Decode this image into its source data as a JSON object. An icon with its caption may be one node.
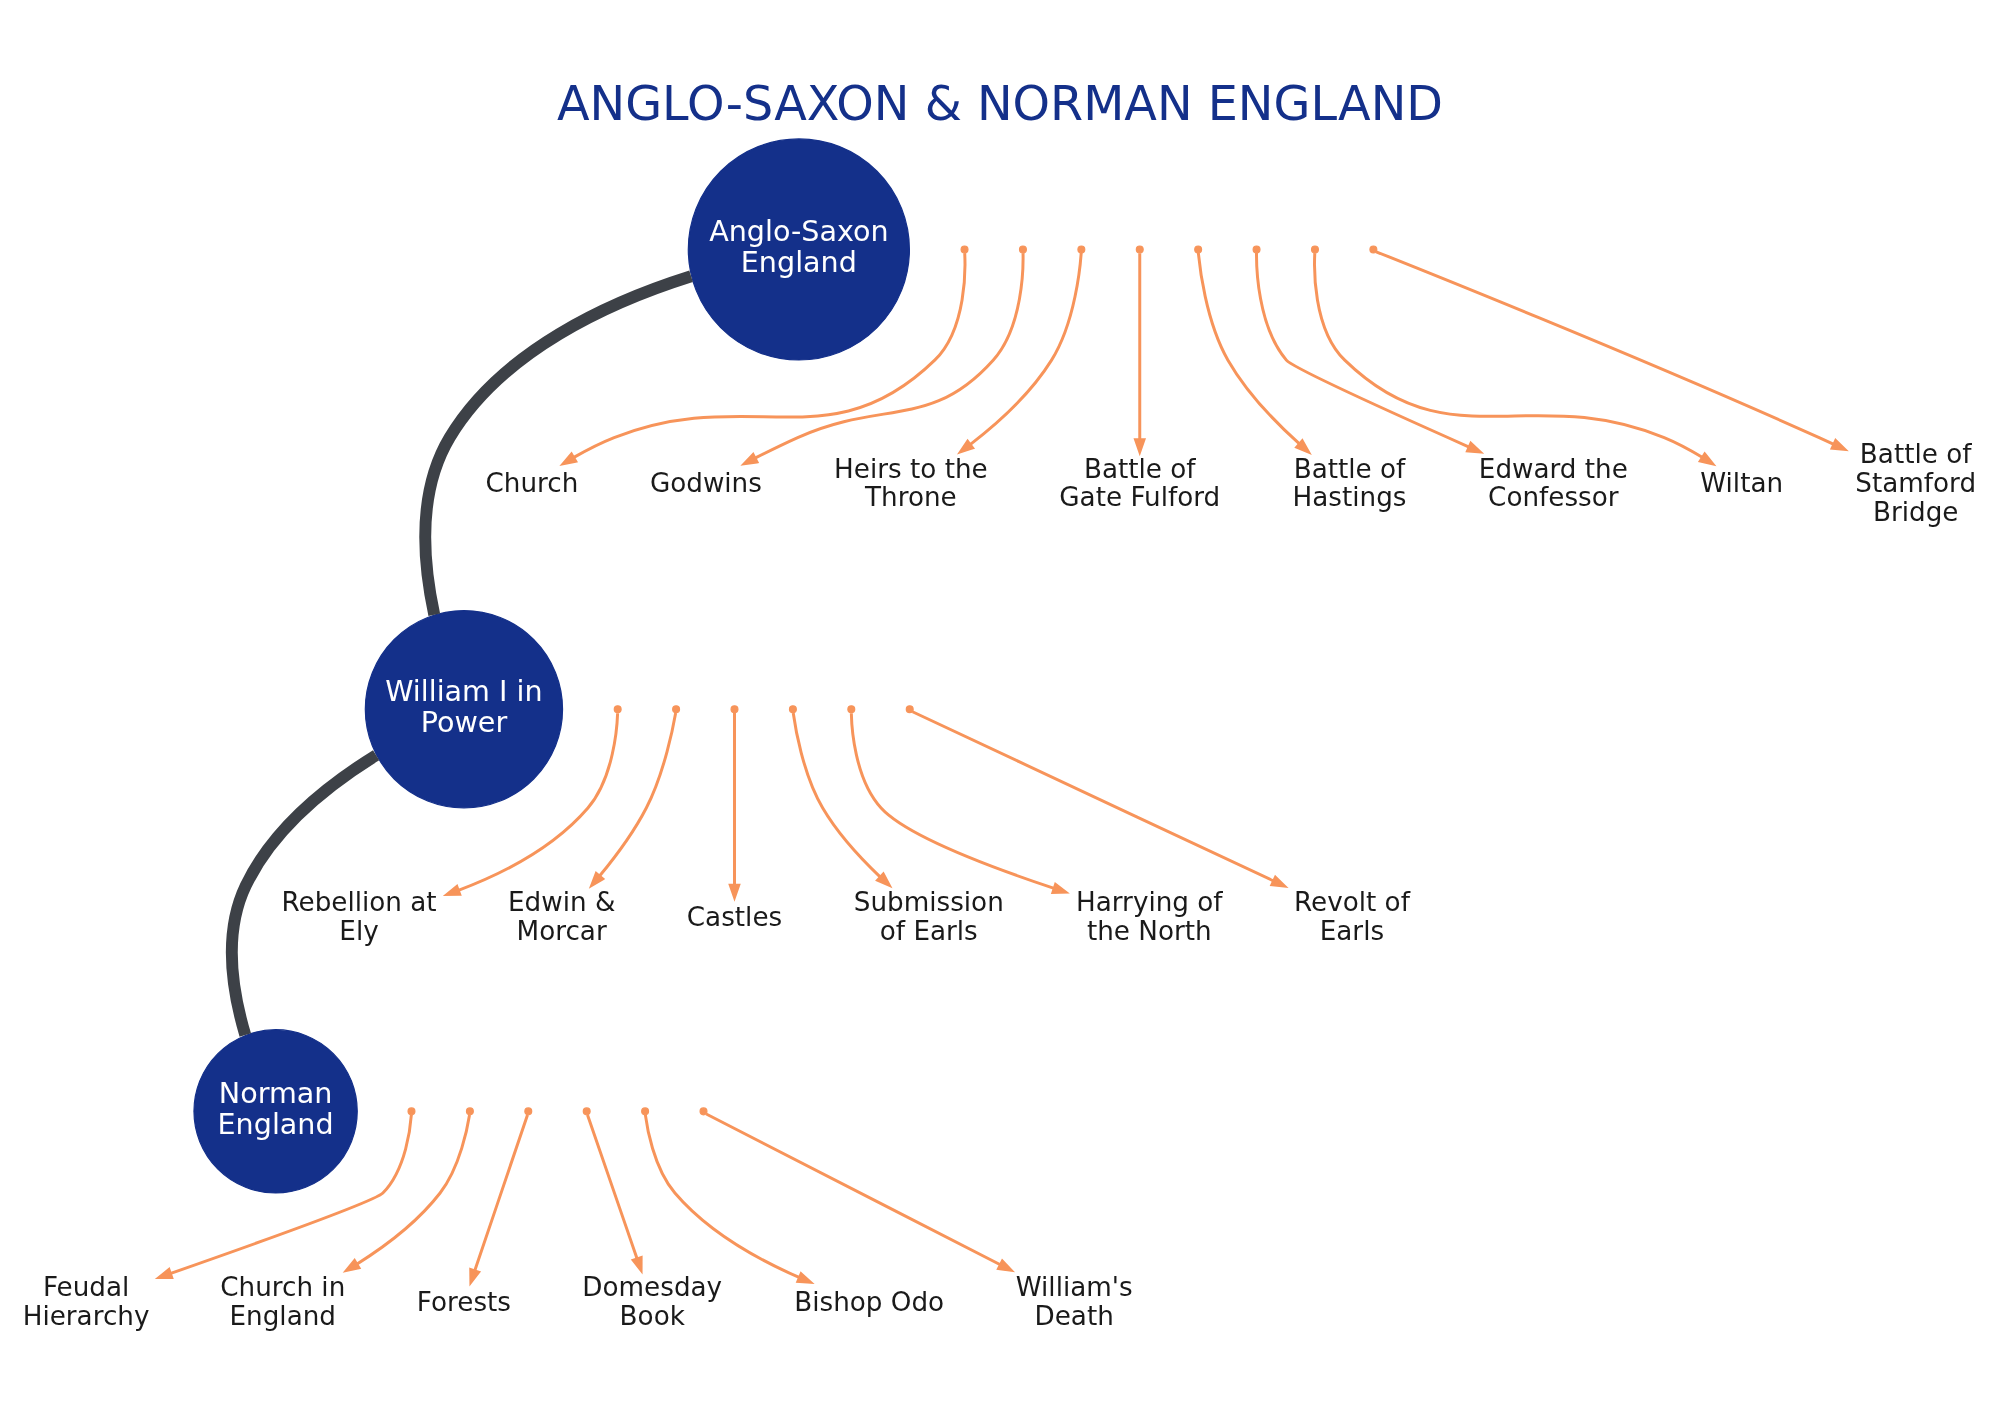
{
  "diagram": {
    "title": "ANGLO-SAXON & NORMAN ENGLAND",
    "nodes": [
      {
        "text": [
          "Anglo-Saxon England"
        ]
      },
      {
        "text": [
          "Church"
        ]
      },
      {
        "text": [
          "Godwins"
        ]
      },
      {
        "text": [
          "Heirs to the Throne"
        ]
      },
      {
        "text": [
          "Battle of Gate Fulford"
        ]
      },
      {
        "text": [
          "Battle of Hastings"
        ]
      },
      {
        "text": [
          "Edward the Confessor"
        ]
      },
      {
        "text": [
          "Wiltan"
        ]
      },
      {
        "text": [
          "Battle of Stamford Bridge"
        ]
      },
      {
        "text": [
          "William I in Power"
        ]
      },
      {
        "text": [
          "Rebellion at Ely"
        ]
      },
      {
        "text": [
          "Edwin & Morcar"
        ]
      },
      {
        "text": [
          "Castles"
        ]
      },
      {
        "text": [
          "Submission of Earls"
        ]
      },
      {
        "text": [
          "Harrying of the North"
        ]
      },
      {
        "text": [
          "Revolt of Earls"
        ]
      },
      {
        "text": [
          "Feudal Hierarchy"
        ]
      },
      {
        "text": [
          "Church in England"
        ]
      },
      {
        "text": [
          "Forests"
        ]
      },
      {
        "text": [
          "Domesday Book"
        ]
      },
      {
        "text": [
          "Bishop Odo"
        ]
      },
      {
        "text": [
          "William's Death"
        ]
      },
      {
        "text": [
          "Norman England"
        ]
      }
    ],
    "edges": [
      {
        "from": 0,
        "to": 9,
        "arrow": "none",
        "style": "thick",
        "color": "#3d4147"
      },
      {
        "from": 9,
        "to": 22,
        "arrow": "none",
        "style": "thick",
        "color": "#3d4147"
      },
      {
        "from": null,
        "to": 1,
        "arrow": "to"
      },
      {
        "from": null,
        "to": 2,
        "arrow": "to"
      },
      {
        "from": null,
        "to": 3,
        "arrow": "to"
      },
      {
        "from": null,
        "to": 4,
        "arrow": "to"
      },
      {
        "from": null,
        "to": 5,
        "arrow": "to"
      },
      {
        "from": null,
        "to": 6,
        "arrow": "to"
      },
      {
        "from": null,
        "to": 7,
        "arrow": "to"
      },
      {
        "from": null,
        "to": 8,
        "arrow": "to"
      },
      {
        "from": null,
        "to": 10,
        "arrow": "to"
      },
      {
        "from": null,
        "to": 11,
        "arrow": "to"
      },
      {
        "from": null,
        "to": 12,
        "arrow": "to"
      },
      {
        "from": null,
        "to": 13,
        "arrow": "to"
      },
      {
        "from": null,
        "to": 14,
        "arrow": "to"
      },
      {
        "from": null,
        "to": 15,
        "arrow": "to"
      },
      {
        "from": null,
        "to": 16,
        "arrow": "to"
      },
      {
        "from": null,
        "to": 17,
        "arrow": "to"
      },
      {
        "from": null,
        "to": 18,
        "arrow": "to"
      },
      {
        "from": null,
        "to": 19,
        "arrow": "to"
      },
      {
        "from": null,
        "to": 20,
        "arrow": "to"
      },
      {
        "from": null,
        "to": 21,
        "arrow": "to"
      }
    ]
  }
}
